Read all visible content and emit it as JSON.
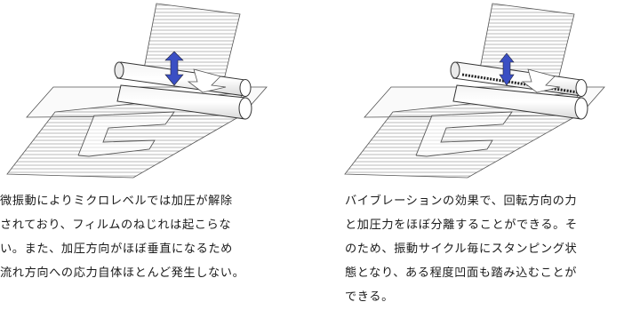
{
  "left_panel": {
    "caption_lines": [
      "微振動によりミクロレベルでは加圧が解除",
      "されており、フィルムのねじれは起こらな",
      "い。また、加圧方向がほぼ垂直になるため",
      "流れ方向への応力自体ほとんど発生しない。"
    ]
  },
  "right_panel": {
    "caption_lines": [
      "バイブレーションの効果で、回転方向の力",
      "と加圧力をほぼ分離することができる。そ",
      "のため、振動サイクル毎にスタンピング状",
      "態となり、ある程度凹面も踏み込むことが",
      "できる。"
    ]
  },
  "colors": {
    "arrow_blue": "#3a4fc4",
    "line": "#444444",
    "hatch": "#9a9a9a"
  },
  "icons": [
    "vibration-arrow-icon",
    "vibration-arrow-icon"
  ]
}
